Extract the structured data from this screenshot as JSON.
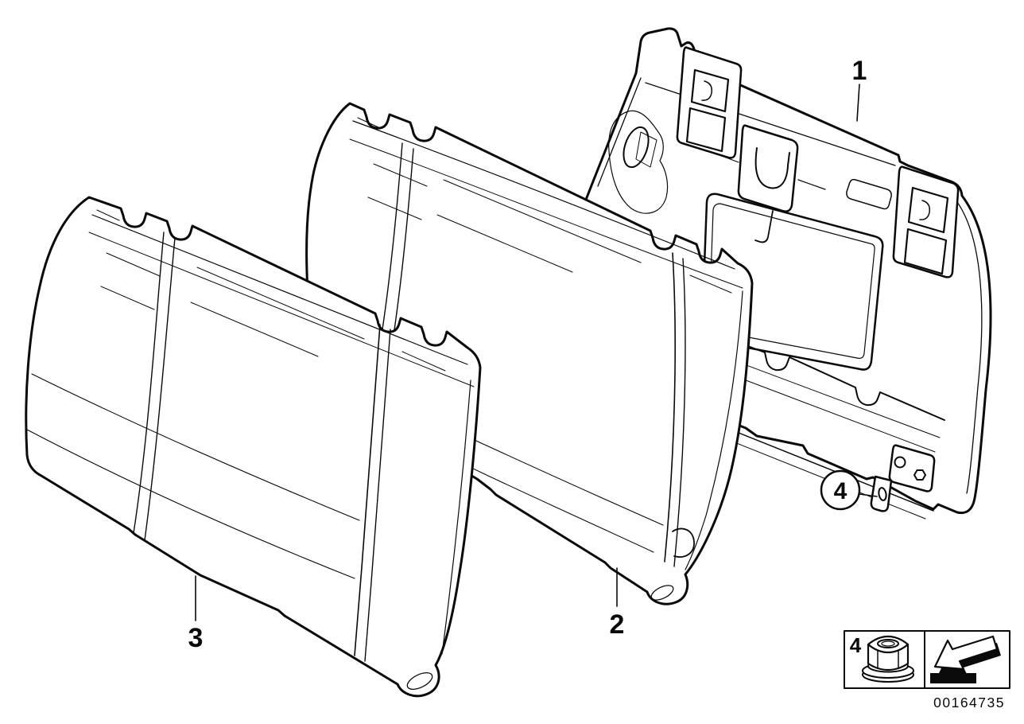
{
  "page": {
    "background": "#ffffff",
    "ink": "#0a0a0a"
  },
  "diagram": {
    "callouts": {
      "frame": "1",
      "seat_right": "2",
      "seat_left": "3",
      "nut": "4"
    },
    "legend": {
      "item_label": "4",
      "icons": [
        "flange-nut",
        "installation-direction-arrow"
      ]
    },
    "part_number": "00164735"
  }
}
